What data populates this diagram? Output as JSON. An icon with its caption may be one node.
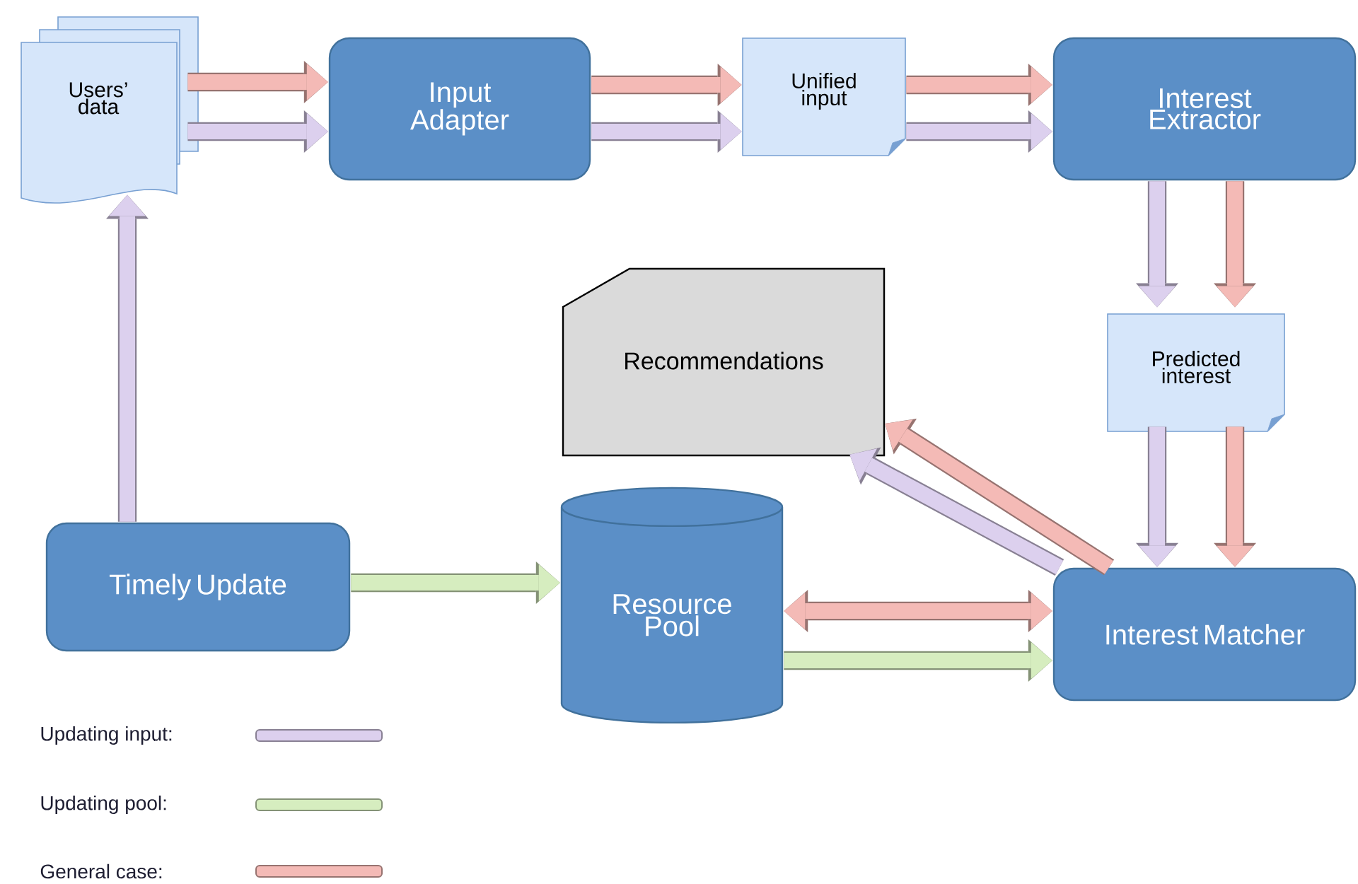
{
  "diagram": {
    "nodes": [
      {
        "text": [
          "Users’ data"
        ]
      },
      {
        "text": [
          "Input Adapter"
        ]
      },
      {
        "text": [
          "Unified input"
        ]
      },
      {
        "text": [
          "Interest Extractor"
        ]
      },
      {
        "text": [
          "Predicted interest"
        ]
      },
      {
        "text": [
          "Recommendations"
        ]
      },
      {
        "text": [
          "Timely Update"
        ]
      },
      {
        "text": [
          "Resource Pool"
        ]
      },
      {
        "text": [
          "Interest Matcher"
        ]
      }
    ],
    "edges": [
      {
        "from": 0,
        "to": 1,
        "arrow": "to",
        "color": "#f4bab6"
      },
      {
        "from": 0,
        "to": 1,
        "arrow": "to",
        "color": "#dcd0ee"
      },
      {
        "from": 1,
        "to": 2,
        "arrow": "to",
        "color": "#f4bab6"
      },
      {
        "from": 1,
        "to": 2,
        "arrow": "to",
        "color": "#dcd0ee"
      },
      {
        "from": 2,
        "to": 3,
        "arrow": "to",
        "color": "#f4bab6"
      },
      {
        "from": 2,
        "to": 3,
        "arrow": "to",
        "color": "#dcd0ee"
      },
      {
        "from": 3,
        "to": 4,
        "arrow": "to",
        "color": "#dcd0ee"
      },
      {
        "from": 3,
        "to": 4,
        "arrow": "to",
        "color": "#f4bab6"
      },
      {
        "from": 4,
        "to": 8,
        "arrow": "to",
        "color": "#dcd0ee"
      },
      {
        "from": 4,
        "to": 8,
        "arrow": "to",
        "color": "#f4bab6"
      },
      {
        "from": 8,
        "to": 5,
        "arrow": "to",
        "color": "#dcd0ee"
      },
      {
        "from": 8,
        "to": 5,
        "arrow": "to",
        "color": "#f4bab6"
      },
      {
        "from": 6,
        "to": 0,
        "arrow": "to",
        "color": "#dcd0ee"
      },
      {
        "from": 6,
        "to": 7,
        "arrow": "to",
        "color": "#d6edbf"
      },
      {
        "from": 7,
        "to": 8,
        "arrow": "both",
        "color": "#f4bab6"
      },
      {
        "from": 7,
        "to": 8,
        "arrow": "to",
        "color": "#d6edbf"
      }
    ],
    "legend": [
      {
        "text": "Updating input:",
        "color": "#dcd0ee"
      },
      {
        "text": "Updating pool:",
        "color": "#d6edbf"
      },
      {
        "text": "General case:",
        "color": "#f4bab6"
      }
    ]
  }
}
